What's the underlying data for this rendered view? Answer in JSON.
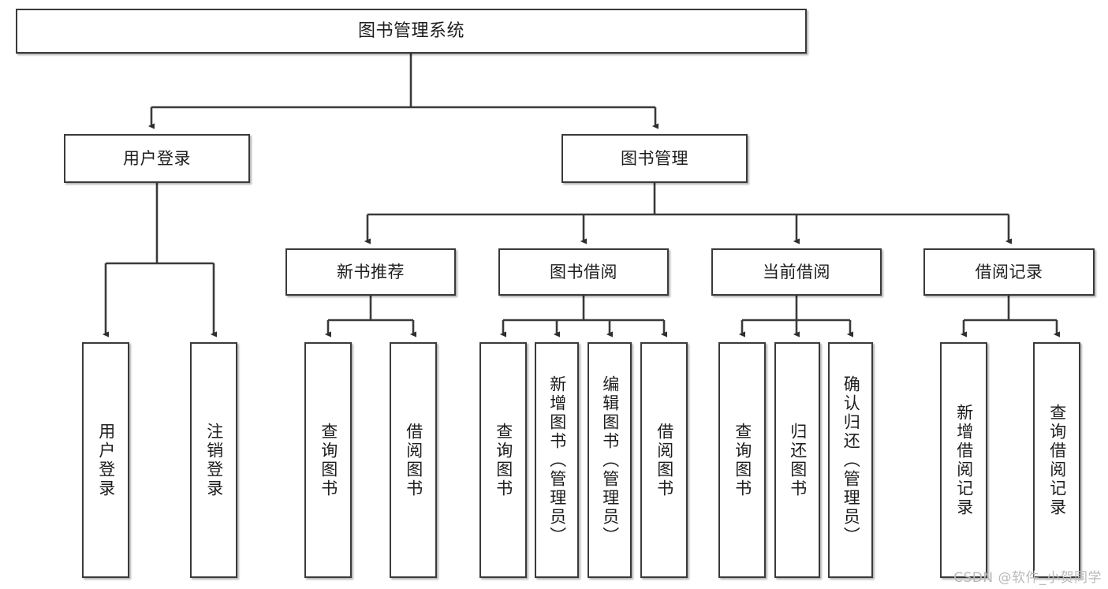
{
  "diagram": {
    "type": "tree",
    "title": "图书管理系统",
    "watermark": "CSDN @软件_小贺同学",
    "colors": {
      "box_border": "#3a3a3a",
      "box_fill": "#ffffff",
      "connector": "#3a3a3a",
      "text": "#1d1d1d",
      "watermark": "#b9b9b9"
    },
    "root": {
      "label": "图书管理系统"
    },
    "level2": [
      {
        "label": "用户登录"
      },
      {
        "label": "图书管理"
      }
    ],
    "level3": [
      {
        "label": "新书推荐"
      },
      {
        "label": "图书借阅"
      },
      {
        "label": "当前借阅"
      },
      {
        "label": "借阅记录"
      }
    ],
    "leaves": {
      "user_login": [
        {
          "label": "用户登录"
        },
        {
          "label": "注销登录"
        }
      ],
      "new_book_recommend": [
        {
          "label": "查询图书"
        },
        {
          "label": "借阅图书"
        }
      ],
      "book_borrow": [
        {
          "label": "查询图书"
        },
        {
          "label": "新增图书（管理员）"
        },
        {
          "label": "编辑图书（管理员）"
        },
        {
          "label": "借阅图书"
        }
      ],
      "current_borrow": [
        {
          "label": "查询图书"
        },
        {
          "label": "归还图书"
        },
        {
          "label": "确认归还（管理员）"
        }
      ],
      "borrow_record": [
        {
          "label": "新增借阅记录"
        },
        {
          "label": "查询借阅记录"
        }
      ]
    }
  }
}
